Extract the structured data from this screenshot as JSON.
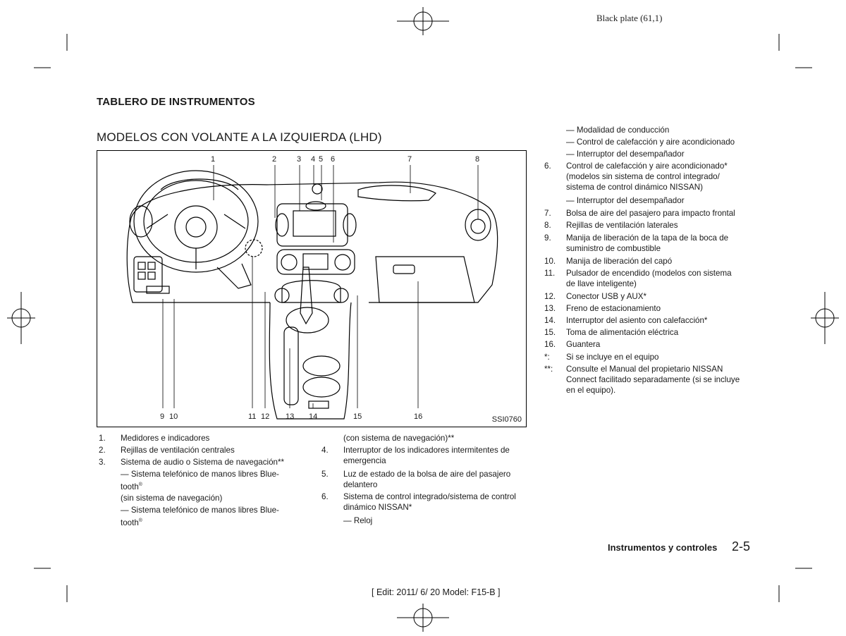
{
  "header": {
    "plate": "Black plate (61,1)"
  },
  "section_title": "TABLERO DE INSTRUMENTOS",
  "subsection_title": "MODELOS CON VOLANTE A LA IZQUIERDA (LHD)",
  "figure": {
    "code": "SSI0760",
    "top_callouts": [
      "1",
      "2",
      "3",
      "4",
      "5",
      "6",
      "7",
      "8"
    ],
    "bottom_callouts": [
      "9",
      "10",
      "11",
      "12",
      "13",
      "14",
      "15",
      "16"
    ]
  },
  "left_column": [
    {
      "num": "1.",
      "text": "Medidores e indicadores"
    },
    {
      "num": "2.",
      "text": "Rejillas de ventilación centrales"
    },
    {
      "num": "3.",
      "text": "Sistema de audio o Sistema de navegación**"
    },
    {
      "line": "— Sistema telefónico de manos libres Blue-"
    },
    {
      "line": "tooth",
      "sup": "®"
    },
    {
      "line": "(sin sistema de navegación)"
    },
    {
      "line": "— Sistema telefónico de manos libres Blue-"
    },
    {
      "line": "tooth",
      "sup": "®"
    }
  ],
  "middle_column": [
    {
      "line": "(con sistema de navegación)**"
    },
    {
      "num": "4.",
      "text": "Interruptor de los indicadores intermitentes de"
    },
    {
      "line": "emergencia"
    },
    {
      "num": "5.",
      "text": "Luz de estado de la bolsa de aire del pasajero"
    },
    {
      "line": "delantero"
    },
    {
      "num": "6.",
      "text": "Sistema de control integrado/sistema de control"
    },
    {
      "line": "dinámico NISSAN*"
    },
    {
      "line": "— Reloj"
    }
  ],
  "right_column": [
    {
      "line": "— Modalidad de conducción"
    },
    {
      "line": "— Control de calefacción y aire acondicionado"
    },
    {
      "line": "— Interruptor del desempañador"
    },
    {
      "num": "6.",
      "text": "Control de calefacción y aire acondicionado*"
    },
    {
      "line": "(modelos sin sistema de control integrado/"
    },
    {
      "line": "sistema de control dinámico NISSAN)"
    },
    {
      "line": "— Interruptor del desempañador"
    },
    {
      "num": "7.",
      "text": "Bolsa de aire del pasajero para impacto frontal"
    },
    {
      "num": "8.",
      "text": "Rejillas de ventilación laterales"
    },
    {
      "num": "9.",
      "text": "Manija de liberación de la tapa de la boca de"
    },
    {
      "line": "suministro de combustible"
    },
    {
      "num": "10.",
      "text": "Manija de liberación del capó"
    },
    {
      "num": "11.",
      "text": "Pulsador de encendido (modelos con sistema"
    },
    {
      "line": "de llave inteligente)"
    },
    {
      "num": "12.",
      "text": "Conector USB y AUX*"
    },
    {
      "num": "13.",
      "text": "Freno de estacionamiento"
    },
    {
      "num": "14.",
      "text": "Interruptor del asiento con calefacción*"
    },
    {
      "num": "15.",
      "text": "Toma de alimentación eléctrica"
    },
    {
      "num": "16.",
      "text": "Guantera"
    },
    {
      "num": "*:",
      "text": "Si se incluye en el equipo"
    },
    {
      "num": "**:",
      "text": "Consulte el Manual del propietario NISSAN"
    },
    {
      "line": "Connect facilitado separadamente (si se incluye"
    },
    {
      "line": "en el equipo)."
    }
  ],
  "footer": {
    "chapter_title": "Instrumentos y controles",
    "page_number": "2-5",
    "edit_info": "[ Edit: 2011/ 6/ 20   Model:  F15-B ]"
  }
}
